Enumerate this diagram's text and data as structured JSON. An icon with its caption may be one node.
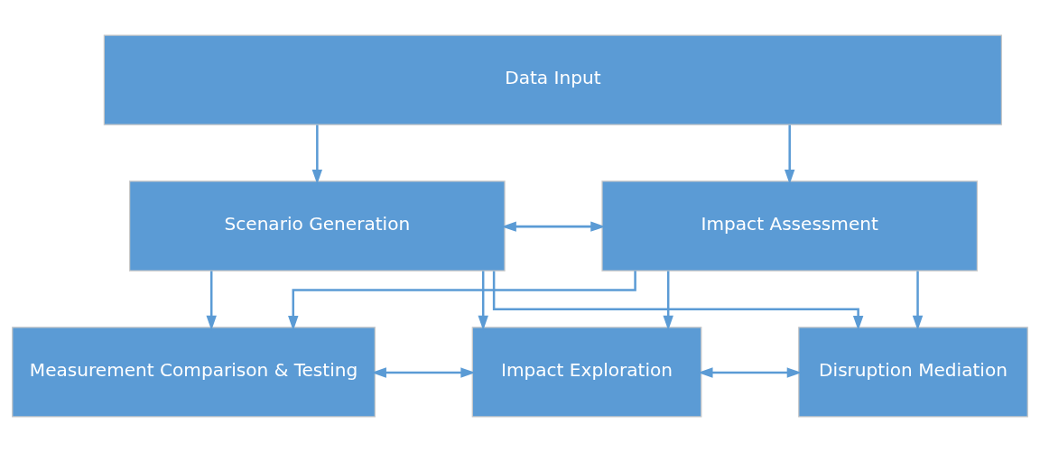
{
  "diagram": {
    "nodes": [
      {
        "text": [
          "Data Input"
        ]
      },
      {
        "text": [
          "Scenario Generation"
        ]
      },
      {
        "text": [
          "Impact Assessment"
        ]
      },
      {
        "text": [
          "Measurement Comparison & Testing"
        ]
      },
      {
        "text": [
          "Impact Exploration"
        ]
      },
      {
        "text": [
          "Disruption Mediation"
        ]
      }
    ],
    "edges": [
      {
        "from": 0,
        "to": 1,
        "arrow": "to"
      },
      {
        "from": 0,
        "to": 2,
        "arrow": "to"
      },
      {
        "from": 1,
        "to": 2,
        "arrow": "both"
      },
      {
        "from": 1,
        "to": 3,
        "arrow": "to"
      },
      {
        "from": 1,
        "to": 4,
        "arrow": "to"
      },
      {
        "from": 1,
        "to": 5,
        "arrow": "to"
      },
      {
        "from": 2,
        "to": 3,
        "arrow": "to"
      },
      {
        "from": 2,
        "to": 4,
        "arrow": "to"
      },
      {
        "from": 2,
        "to": 5,
        "arrow": "to"
      },
      {
        "from": 3,
        "to": 4,
        "arrow": "both"
      },
      {
        "from": 4,
        "to": 5,
        "arrow": "both"
      }
    ]
  }
}
